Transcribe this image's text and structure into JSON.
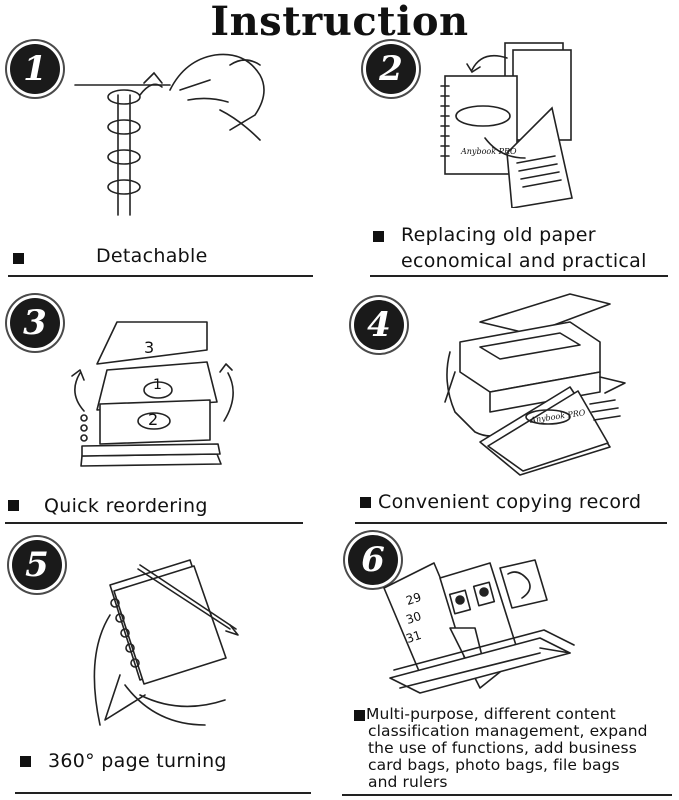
{
  "title": "Instruction",
  "accent_color": "#111111",
  "steps": [
    {
      "number": "1",
      "icon": "ring-binder-detach-icon",
      "caption": "Detachable"
    },
    {
      "number": "2",
      "icon": "paper-replace-icon",
      "caption_lines": [
        "Replacing old paper",
        "economical and practical"
      ],
      "illustration_text": "Anybook PRO"
    },
    {
      "number": "3",
      "icon": "page-reorder-icon",
      "caption": "Quick reordering",
      "illustration_text": [
        "3",
        "1",
        "2"
      ]
    },
    {
      "number": "4",
      "icon": "copier-icon",
      "caption": "Convenient copying record",
      "illustration_text": "Anybook PRO"
    },
    {
      "number": "5",
      "icon": "page-turning-icon",
      "caption": "360° page turning"
    },
    {
      "number": "6",
      "icon": "accessory-bags-icon",
      "caption_lines": [
        "Multi-purpose, different content",
        "classification management, expand",
        "the use of functions, add business",
        "card bags, photo bags, file bags",
        "and rulers"
      ],
      "illustration_text": [
        "29",
        "30",
        "31"
      ]
    }
  ]
}
